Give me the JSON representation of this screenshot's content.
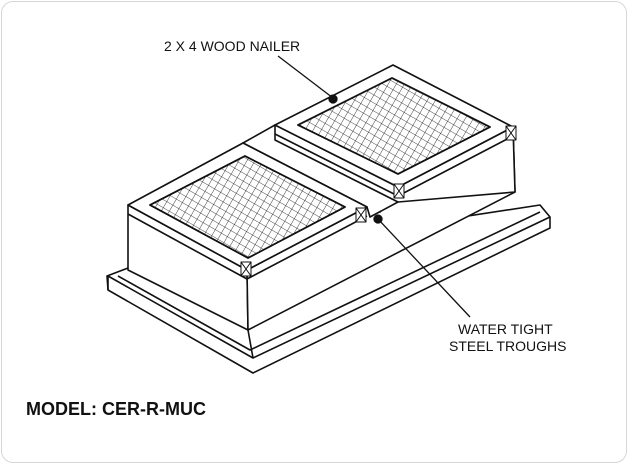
{
  "labels": {
    "nailer": "2 X 4 WOOD NAILER",
    "trough_line1": "WATER TIGHT",
    "trough_line2": "STEEL TROUGHS"
  },
  "model": "MODEL: CER-R-MUC"
}
